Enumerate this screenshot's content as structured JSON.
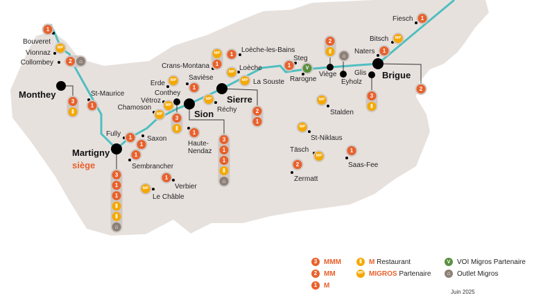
{
  "colors": {
    "land": "#e7e1de",
    "rail": "#4fbfc0",
    "orange": "#e8612c",
    "yellow": "#f5a800",
    "green": "#5b8f3e",
    "outlet": "#8d8078"
  },
  "places": [
    {
      "id": "bouveret-top",
      "name": "",
      "badges": [
        "1"
      ]
    },
    {
      "id": "bouveret",
      "name": "Bouveret",
      "badges": [
        "MP"
      ]
    },
    {
      "id": "vionnaz",
      "name": "Vionnaz",
      "badges": []
    },
    {
      "id": "collombey",
      "name": "Collombey",
      "badges": [
        "2",
        "O"
      ]
    },
    {
      "id": "monthey",
      "name": "Monthey",
      "badges": [
        "3",
        "R"
      ]
    },
    {
      "id": "st-maurice",
      "name": "St-Maurice",
      "badges": [
        "1"
      ]
    },
    {
      "id": "fully",
      "name": "Fully",
      "badges": [
        "1"
      ]
    },
    {
      "id": "saxon",
      "name": "Saxon",
      "badges": [
        "1"
      ]
    },
    {
      "id": "martigny",
      "name": "Martigny",
      "subtitle": "siège",
      "badges": [
        "3",
        "1",
        "1",
        "R",
        "R",
        "O"
      ]
    },
    {
      "id": "sembrancher",
      "name": "Sembrancher",
      "badges": [
        "1"
      ]
    },
    {
      "id": "verbier",
      "name": "Verbier",
      "badges": [
        "1"
      ]
    },
    {
      "id": "le-chable",
      "name": "Le Châble",
      "badges": [
        "MP"
      ]
    },
    {
      "id": "haute-nendaz",
      "name": "Haute-",
      "name2": "Nendaz",
      "badges": [
        "1"
      ]
    },
    {
      "id": "conthey",
      "name": "Conthey",
      "badges": [
        "3",
        "R"
      ]
    },
    {
      "id": "vetroz",
      "name": "Vétroz",
      "badges": [
        "MP"
      ]
    },
    {
      "id": "chamoson",
      "name": "Chamoson",
      "badges": [
        "MP"
      ]
    },
    {
      "id": "erde",
      "name": "Erde",
      "badges": [
        "MP"
      ]
    },
    {
      "id": "saviese",
      "name": "Savièse",
      "badges": [
        "1"
      ]
    },
    {
      "id": "sion",
      "name": "Sion",
      "badges": [
        "3",
        "1",
        "1",
        "R",
        "O"
      ]
    },
    {
      "id": "rechy",
      "name": "Réchy",
      "badges": [
        "MP"
      ]
    },
    {
      "id": "sierre",
      "name": "Sierre",
      "badges": [
        "2",
        "1"
      ]
    },
    {
      "id": "crans-montana",
      "name": "Crans-Montana",
      "badges": [
        "MP",
        "1"
      ]
    },
    {
      "id": "loeche-les-bains",
      "name": "Loèche-les-Bains",
      "badges": [
        "1"
      ]
    },
    {
      "id": "loeche",
      "name": "Loèche",
      "badges": [
        "MP"
      ]
    },
    {
      "id": "la-souste",
      "name": "La Souste",
      "badges": [
        "MP"
      ]
    },
    {
      "id": "steg",
      "name": "Steg",
      "badges": [
        "1"
      ]
    },
    {
      "id": "rarogne",
      "name": "Rarogne",
      "badges": [
        "V"
      ]
    },
    {
      "id": "viege",
      "name": "Viège",
      "badges": [
        "2",
        "R"
      ]
    },
    {
      "id": "eyholz",
      "name": "Eyholz",
      "badges": [
        "O"
      ]
    },
    {
      "id": "glis",
      "name": "Glis",
      "badges": [
        "3",
        "R"
      ]
    },
    {
      "id": "brigue",
      "name": "Brigue",
      "badges": [
        "2"
      ]
    },
    {
      "id": "naters",
      "name": "Naters",
      "badges": [
        "1"
      ]
    },
    {
      "id": "bitsch",
      "name": "Bitsch",
      "badges": [
        "MP"
      ]
    },
    {
      "id": "fiesch",
      "name": "Fiesch",
      "badges": [
        "1"
      ]
    },
    {
      "id": "stalden",
      "name": "Stalden",
      "badges": [
        "MP"
      ]
    },
    {
      "id": "st-niklaus",
      "name": "St-Niklaus",
      "badges": [
        "MP"
      ]
    },
    {
      "id": "tasch",
      "name": "Täsch",
      "badges": [
        "MP"
      ]
    },
    {
      "id": "zermatt",
      "name": "Zermatt",
      "badges": [
        "2"
      ]
    },
    {
      "id": "saas-fee",
      "name": "Saas-Fee",
      "badges": [
        "1"
      ]
    }
  ],
  "badge_text": {
    "1": "1",
    "2": "2",
    "3": "3",
    "MP": "MP",
    "R": "Ⅱ",
    "V": "V",
    "O": "⌂"
  },
  "legend": {
    "mmm": {
      "badge": "3",
      "label": "MMM"
    },
    "mm": {
      "badge": "2",
      "label": "MM"
    },
    "m": {
      "badge": "1",
      "label": "M"
    },
    "restaurant": {
      "badge": "R",
      "accent": "M",
      "label": "Restaurant"
    },
    "partner": {
      "badge": "MP",
      "accent": "MIGROS",
      "label": "Partenaire"
    },
    "voi": {
      "badge": "V",
      "label": "VOI Migros Partenaire"
    },
    "outlet": {
      "badge": "O",
      "label": "Outlet Migros"
    }
  },
  "date": "Juin 2025"
}
